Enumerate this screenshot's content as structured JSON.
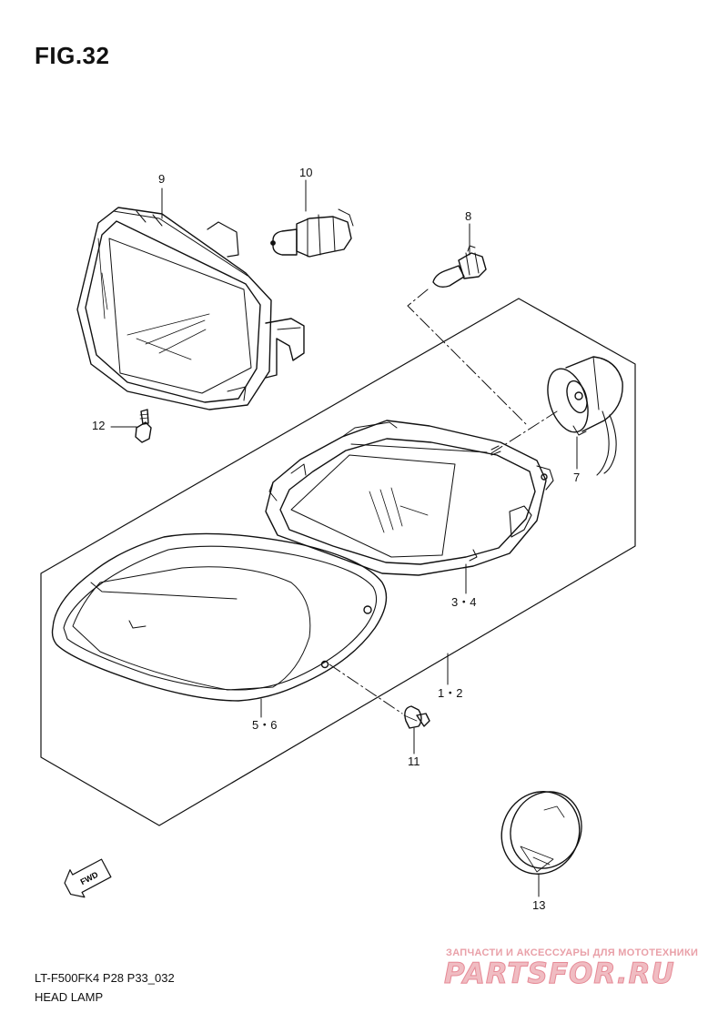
{
  "figure": {
    "title": "FIG.32"
  },
  "parts": [
    {
      "ref": "9",
      "part": "headlamp-unit-left"
    },
    {
      "ref": "10",
      "part": "socket-and-bulb"
    },
    {
      "ref": "8",
      "part": "bulb"
    },
    {
      "ref": "12",
      "part": "bolt"
    },
    {
      "ref": "7",
      "part": "socket"
    },
    {
      "ref": "3・4",
      "part": "headlamp-unit"
    },
    {
      "ref": "1・2",
      "part": "headlamp-assembly"
    },
    {
      "ref": "5・6",
      "part": "headlamp-cover"
    },
    {
      "ref": "11",
      "part": "screw"
    },
    {
      "ref": "13",
      "part": "reflector"
    }
  ],
  "fwd_arrow": {
    "label": "FWD"
  },
  "footer": {
    "code": "LT-F500FK4 P28 P33_032",
    "name": "HEAD LAMP"
  },
  "watermark": {
    "tagline": "ЗАПЧАСТИ И АКСЕССУАРЫ ДЛЯ МОТОТЕХНИКИ",
    "site": "PARTSFOR.RU"
  }
}
